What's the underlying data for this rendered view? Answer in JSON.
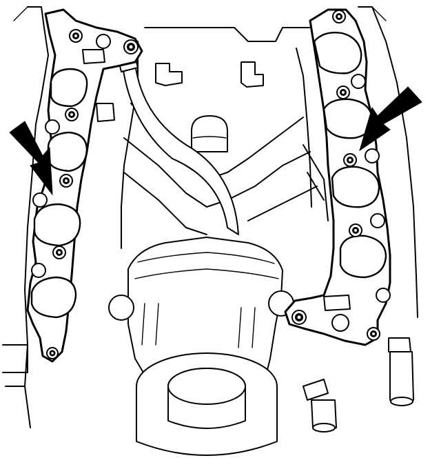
{
  "figure": {
    "subject": "intake-manifold-gaskets-on-engine-block",
    "stroke_color": "#000000",
    "background_color": "#ffffff",
    "callouts": [
      {
        "name": "left-gasket-arrow",
        "icon": "pointer-arrow-icon"
      },
      {
        "name": "right-gasket-arrow",
        "icon": "pointer-arrow-icon"
      }
    ]
  }
}
